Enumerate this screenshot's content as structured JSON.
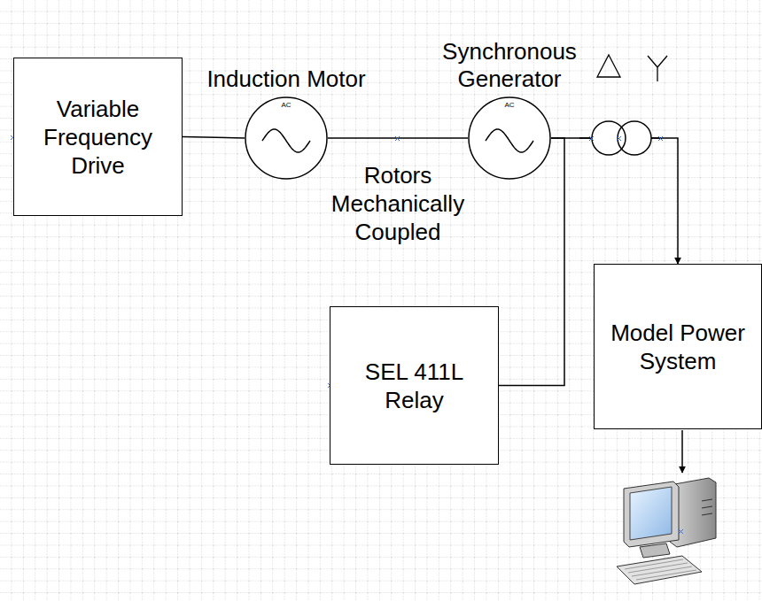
{
  "diagram": {
    "nodes": [
      {
        "text": [
          "Variable Frequency Drive"
        ]
      },
      {
        "text": [
          "Induction Motor",
          "AC"
        ]
      },
      {
        "text": [
          "Synchronous Generator",
          "AC"
        ]
      },
      {
        "text": [
          "SEL 411L Relay"
        ]
      },
      {
        "text": [
          "Model Power System"
        ]
      }
    ],
    "edges": [
      {
        "from": 0,
        "to": 1,
        "arrow": "none"
      },
      {
        "from": 1,
        "to": 2,
        "label": "Rotors Mechanically Coupled",
        "arrow": "none"
      },
      {
        "from": 2,
        "to": 4,
        "arrow": "to"
      },
      {
        "from": 2,
        "to": 3,
        "arrow": "none"
      }
    ]
  }
}
